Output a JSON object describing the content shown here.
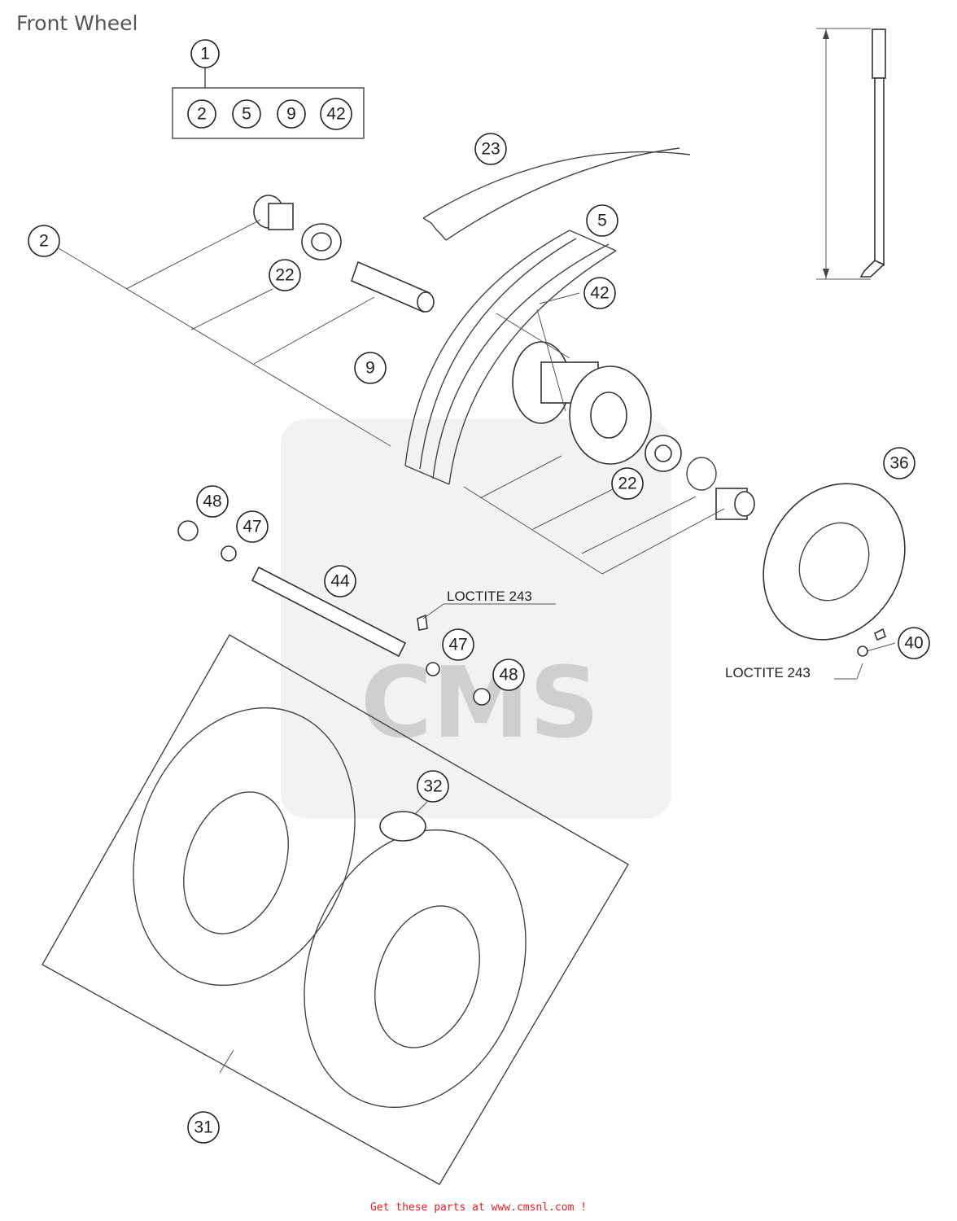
{
  "title": "Front Wheel",
  "footer": "Get these parts at www.cmsnl.com !",
  "watermark": "CMS",
  "kit": {
    "main": "1",
    "contents": [
      "2",
      "5",
      "9",
      "42"
    ]
  },
  "callouts": {
    "c2": "2",
    "c22a": "22",
    "c23": "23",
    "c5": "5",
    "c42": "42",
    "c9": "9",
    "c22b": "22",
    "c36": "36",
    "c48a": "48",
    "c47a": "47",
    "c44": "44",
    "c47b": "47",
    "c48b": "48",
    "c40": "40",
    "c32": "32",
    "c31": "31"
  },
  "notes": {
    "loctite1": "LOCTITE 243",
    "loctite2": "LOCTITE 243"
  }
}
